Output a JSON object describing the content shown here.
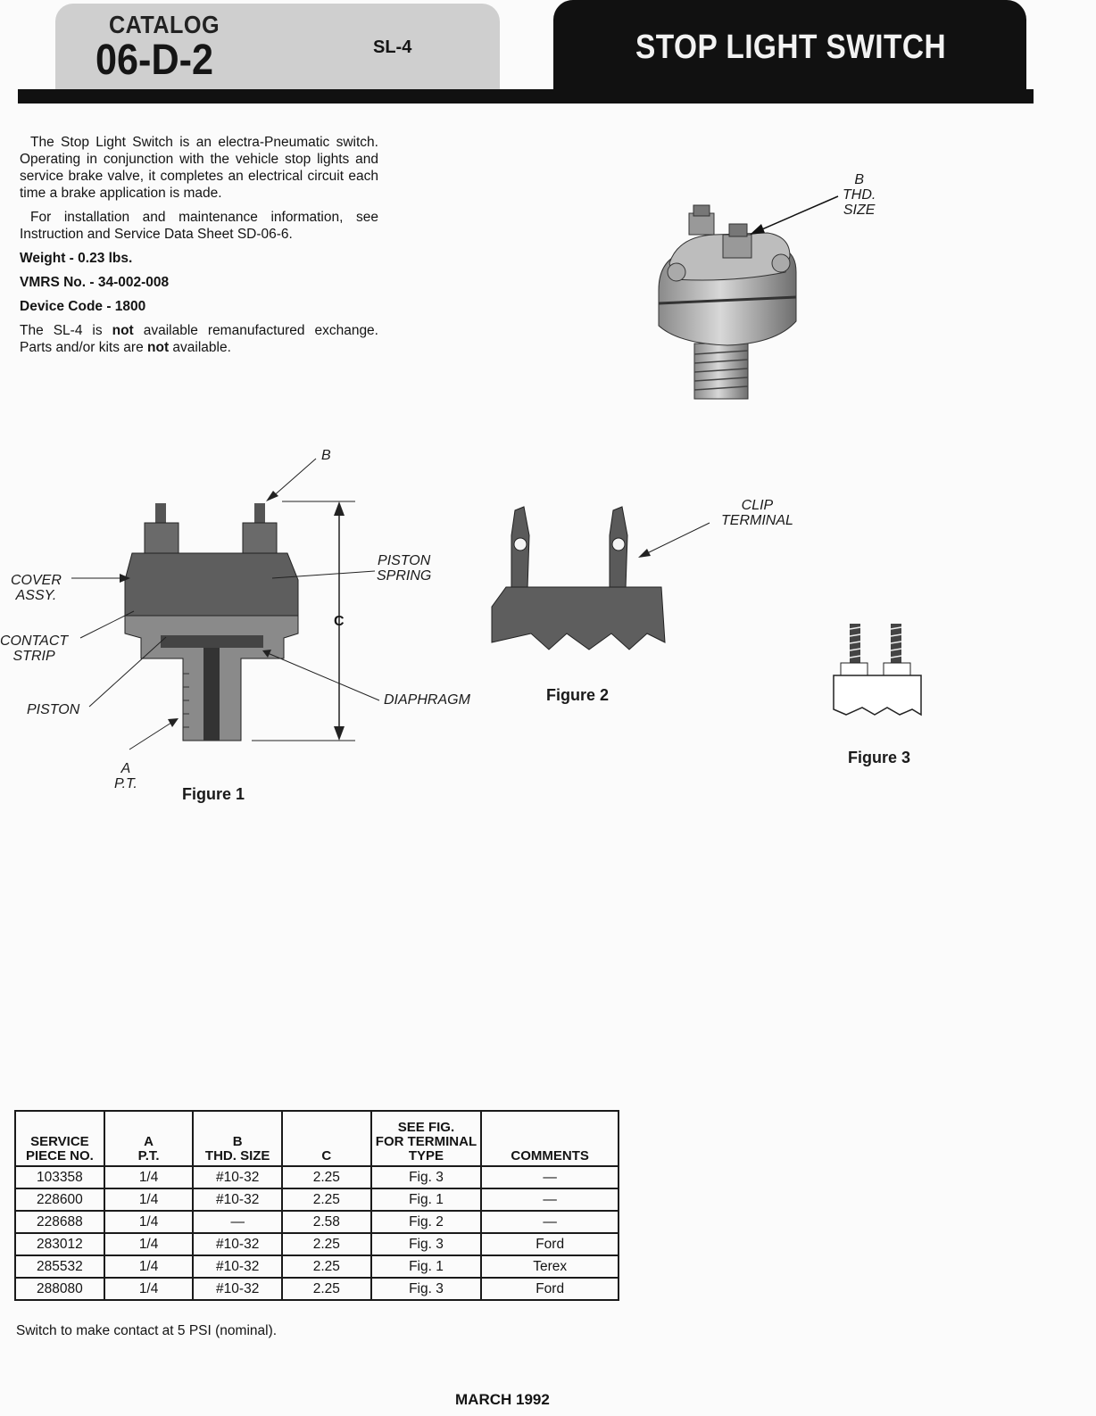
{
  "header": {
    "catalog_label": "CATALOG",
    "catalog_number": "06-D-2",
    "model": "SL-4",
    "title": "STOP LIGHT SWITCH"
  },
  "intro": {
    "paragraph1": "The Stop Light Switch is an electra-Pneumatic switch. Operating in conjunction with the vehicle stop lights and service brake valve, it completes an electrical circuit each time a brake application is made.",
    "paragraph2": "For installation and maintenance information, see Instruction and Service Data Sheet SD-06-6.",
    "weight": "Weight - 0.23 lbs.",
    "vmrs": "VMRS No. - 34-002-008",
    "device_code": "Device Code - 1800",
    "availability_pre": "The SL-4 is ",
    "availability_not1": "not",
    "availability_mid": " available remanufactured exchange. Parts and/or kits are ",
    "availability_not2": "not",
    "availability_post": " available."
  },
  "photo_label": {
    "line1": "B",
    "line2": "THD.",
    "line3": "SIZE"
  },
  "figure1": {
    "label_b": "B",
    "label_cover_1": "COVER",
    "label_cover_2": "ASSY.",
    "label_contact_1": "CONTACT",
    "label_contact_2": "STRIP",
    "label_piston": "PISTON",
    "label_a_1": "A",
    "label_a_2": "P.T.",
    "label_spring_1": "PISTON",
    "label_spring_2": "SPRING",
    "label_c": "C",
    "label_diaphragm": "DIAPHRAGM",
    "caption": "Figure 1"
  },
  "figure2": {
    "label_clip_1": "CLIP",
    "label_clip_2": "TERMINAL",
    "caption": "Figure 2"
  },
  "figure3": {
    "caption": "Figure 3"
  },
  "table": {
    "headers": [
      [
        "SERVICE",
        "PIECE NO."
      ],
      [
        "A",
        "P.T."
      ],
      [
        "B",
        "THD. SIZE"
      ],
      [
        "C"
      ],
      [
        "SEE FIG.",
        "FOR TERMINAL",
        "TYPE"
      ],
      [
        "COMMENTS"
      ]
    ],
    "rows": [
      [
        "103358",
        "1/4",
        "#10-32",
        "2.25",
        "Fig. 3",
        "—"
      ],
      [
        "228600",
        "1/4",
        "#10-32",
        "2.25",
        "Fig. 1",
        "—"
      ],
      [
        "228688",
        "1/4",
        "—",
        "2.58",
        "Fig. 2",
        "—"
      ],
      [
        "283012",
        "1/4",
        "#10-32",
        "2.25",
        "Fig. 3",
        "Ford"
      ],
      [
        "285532",
        "1/4",
        "#10-32",
        "2.25",
        "Fig. 1",
        "Terex"
      ],
      [
        "288080",
        "1/4",
        "#10-32",
        "2.25",
        "Fig. 3",
        "Ford"
      ]
    ]
  },
  "note": "Switch to make contact at 5 PSI (nominal).",
  "footer": {
    "date": "MARCH 1992"
  }
}
